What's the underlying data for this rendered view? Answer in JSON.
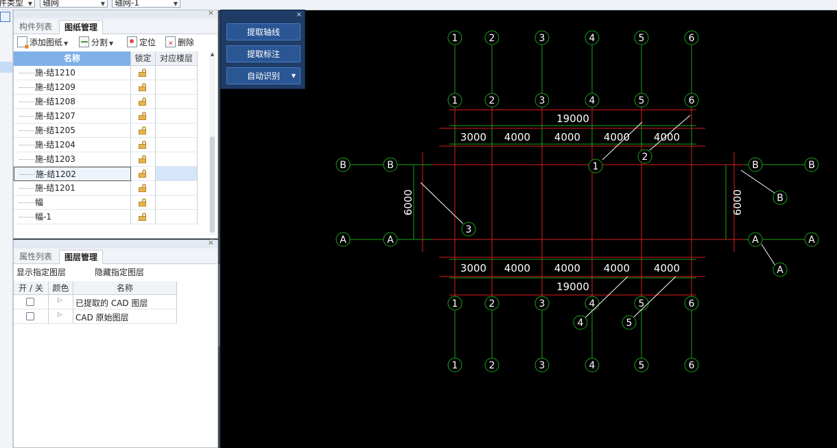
{
  "topbar": {
    "combos": [
      "件类型",
      "轴网",
      "轴网-1"
    ]
  },
  "components_panel": {
    "tabs": [
      "构件列表",
      "图纸管理"
    ],
    "toolbar": {
      "add": "添加图纸",
      "split": "分割",
      "locate": "定位",
      "delete": "删除"
    },
    "columns": [
      "名称",
      "锁定",
      "对应楼层"
    ],
    "rows": [
      {
        "name": "施-结1210"
      },
      {
        "name": "施-结1209"
      },
      {
        "name": "施-结1208"
      },
      {
        "name": "施-结1207"
      },
      {
        "name": "施-结1205"
      },
      {
        "name": "施-结1204"
      },
      {
        "name": "施-结1203"
      },
      {
        "name": "施-结1202"
      },
      {
        "name": "施-结1201"
      },
      {
        "name": "幅"
      },
      {
        "name": "幅-1"
      }
    ],
    "selected_row": 7
  },
  "layers_panel": {
    "tabs": [
      "属性列表",
      "图层管理"
    ],
    "actions": [
      "显示指定图层",
      "隐藏指定图层"
    ],
    "columns": [
      "开 / 关",
      "颜色",
      "名称"
    ],
    "rows": [
      {
        "name": "已提取的 CAD 图层"
      },
      {
        "name": "CAD 原始图层"
      }
    ]
  },
  "float_panel": {
    "buttons": [
      "提取轴线",
      "提取标注",
      "自动识别"
    ]
  },
  "cad": {
    "colors": {
      "axis": "#1aa31a",
      "red": "#e01c1c",
      "white": "#ffffff"
    },
    "axes_x": [
      "1",
      "2",
      "3",
      "4",
      "5",
      "6"
    ],
    "axes_y": [
      "B",
      "A"
    ],
    "dims_top_total": "19000",
    "dims_top": [
      "3000",
      "4000",
      "4000",
      "4000",
      "4000"
    ],
    "dims_bottom": [
      "3000",
      "4000",
      "4000",
      "4000",
      "4000"
    ],
    "dims_bottom_total": "19000",
    "dim_side": "6000",
    "extra_labels": [
      "1",
      "2",
      "3",
      "B",
      "A",
      "4",
      "5"
    ]
  }
}
